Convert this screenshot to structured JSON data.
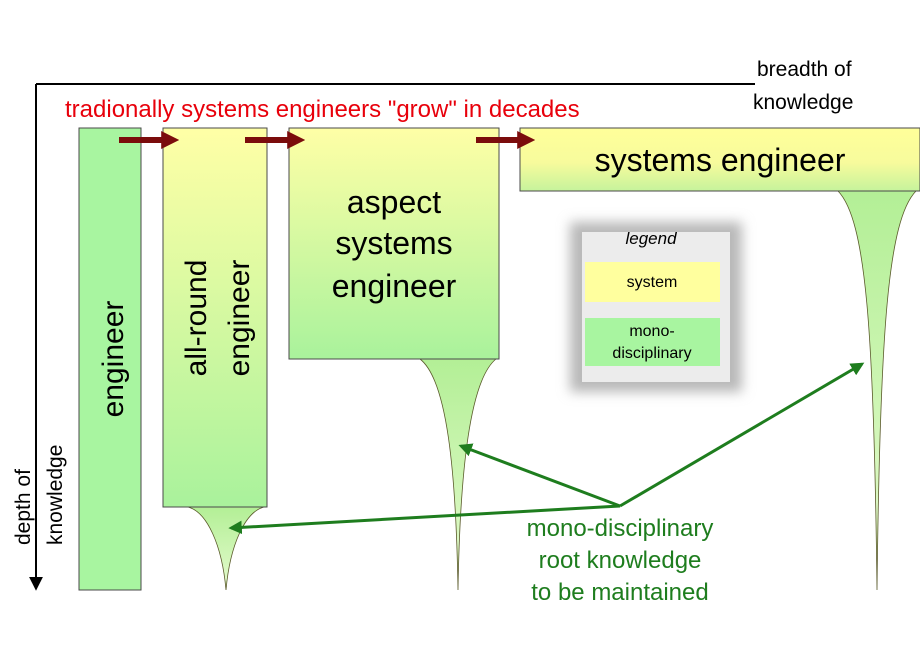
{
  "title": "tradionally systems engineers \"grow\" in decades",
  "axes": {
    "x_label_line1": "breadth of",
    "x_label_line2": "knowledge",
    "y_label_line1": "depth of",
    "y_label_line2": "knowledge"
  },
  "boxes": {
    "engineer": "engineer",
    "allround_line1": "all-round",
    "allround_line2": "engineer",
    "aspect_line1": "aspect",
    "aspect_line2": "systems",
    "aspect_line3": "engineer",
    "systems_engineer": "systems engineer"
  },
  "legend": {
    "title": "legend",
    "system": "system",
    "mono_line1": "mono-",
    "mono_line2": "disciplinary"
  },
  "annotation": {
    "line1": "mono-disciplinary",
    "line2": "root knowledge",
    "line3": "to be maintained"
  },
  "colors": {
    "title": "#e8000b",
    "annotation": "#1e7d1e",
    "growth_arrow": "#7b0c0c",
    "system_fill": "#ffff9e",
    "mono_fill": "#a8f5a0"
  }
}
